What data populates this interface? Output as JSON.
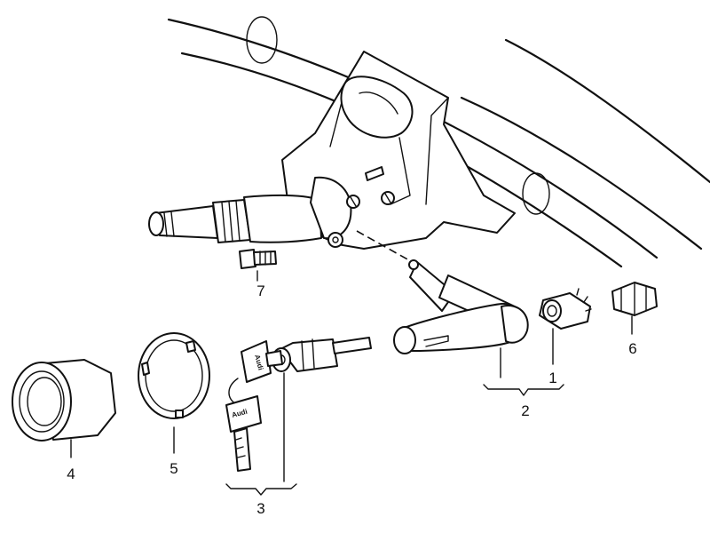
{
  "callouts": {
    "c1": "1",
    "c2": "2",
    "c3": "3",
    "c4": "4",
    "c5": "5",
    "c6": "6",
    "c7": "7"
  },
  "key_brand": "Audi"
}
